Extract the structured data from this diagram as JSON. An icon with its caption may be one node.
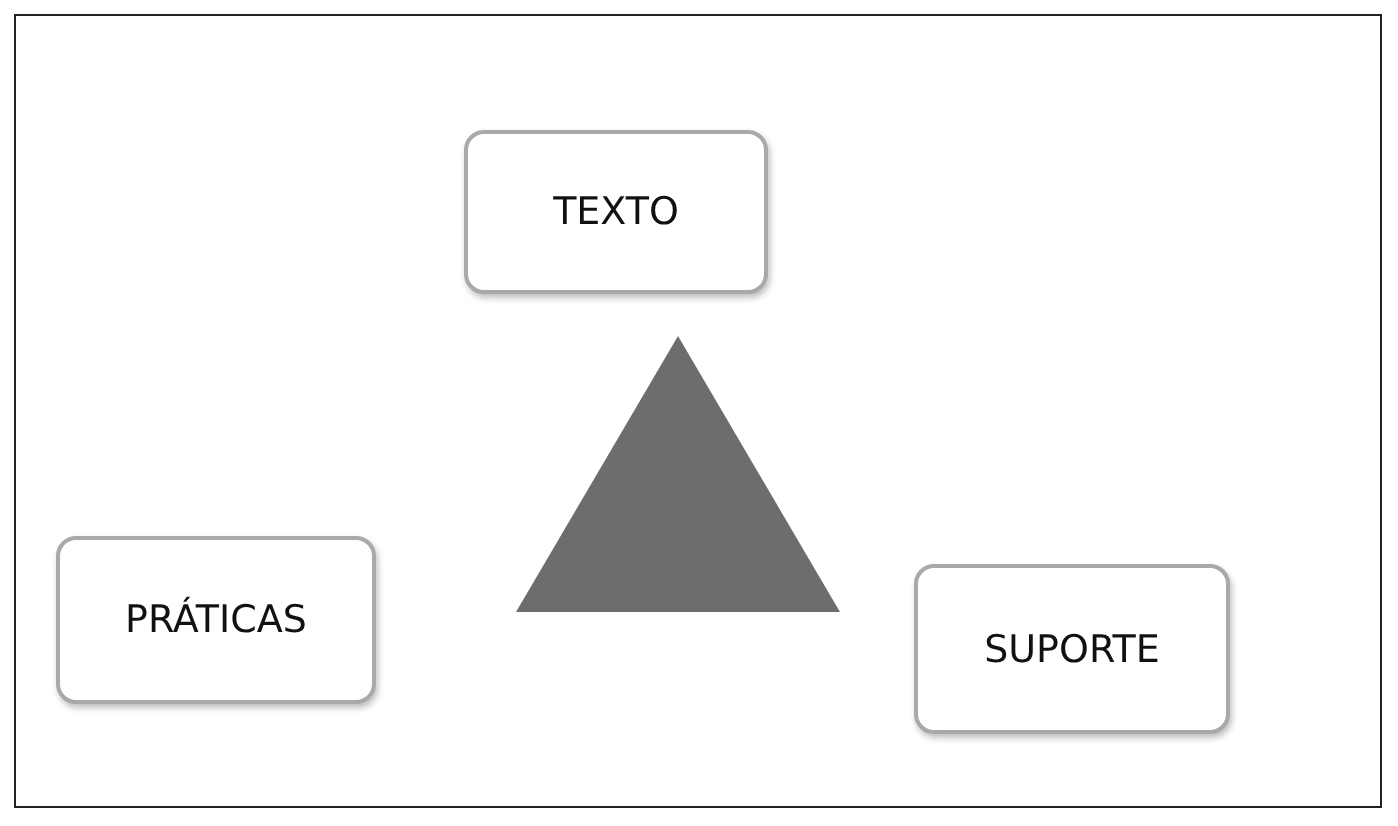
{
  "diagram": {
    "nodes": [
      {
        "text": [
          "TEXTO"
        ]
      },
      {
        "text": [],
        "shape": "triangle"
      },
      {
        "text": [
          "PRÁTICAS"
        ]
      },
      {
        "text": [
          "SUPORTE"
        ]
      }
    ]
  }
}
